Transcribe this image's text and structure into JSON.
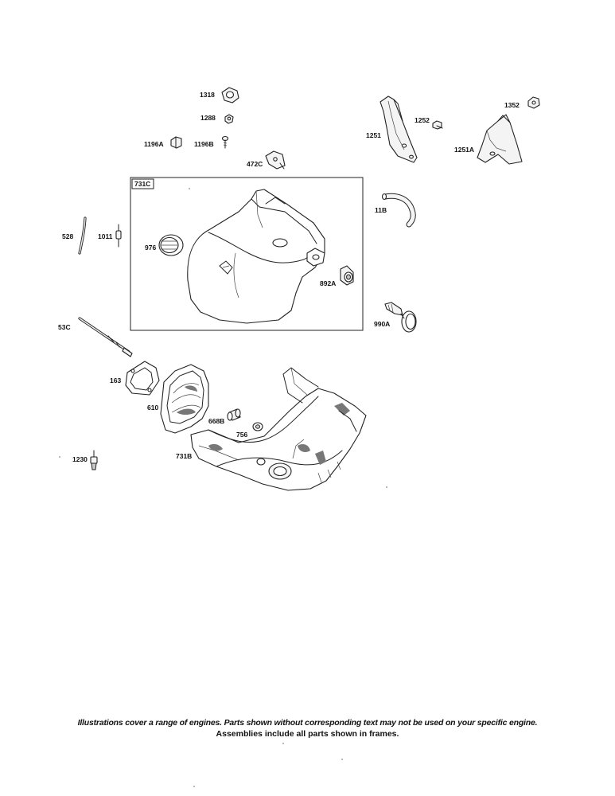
{
  "parts": {
    "p1318": "1318",
    "p1288": "1288",
    "p1196A": "1196A",
    "p1196B": "1196B",
    "p472C": "472C",
    "p1251": "1251",
    "p1252": "1252",
    "p1352": "1352",
    "p1251A": "1251A",
    "p731C": "731C",
    "p11B": "11B",
    "p528": "528",
    "p1011": "1011",
    "p976": "976",
    "p892A": "892A",
    "p990A": "990A",
    "p53C": "53C",
    "p163": "163",
    "p610": "610",
    "p668B": "668B",
    "p756": "756",
    "p731B": "731B",
    "p1230": "1230"
  },
  "footer": {
    "note": "Illustrations cover a range of engines. Parts shown without corresponding text may not be used on your specific engine.",
    "frames": "Assemblies include all parts shown in frames."
  }
}
